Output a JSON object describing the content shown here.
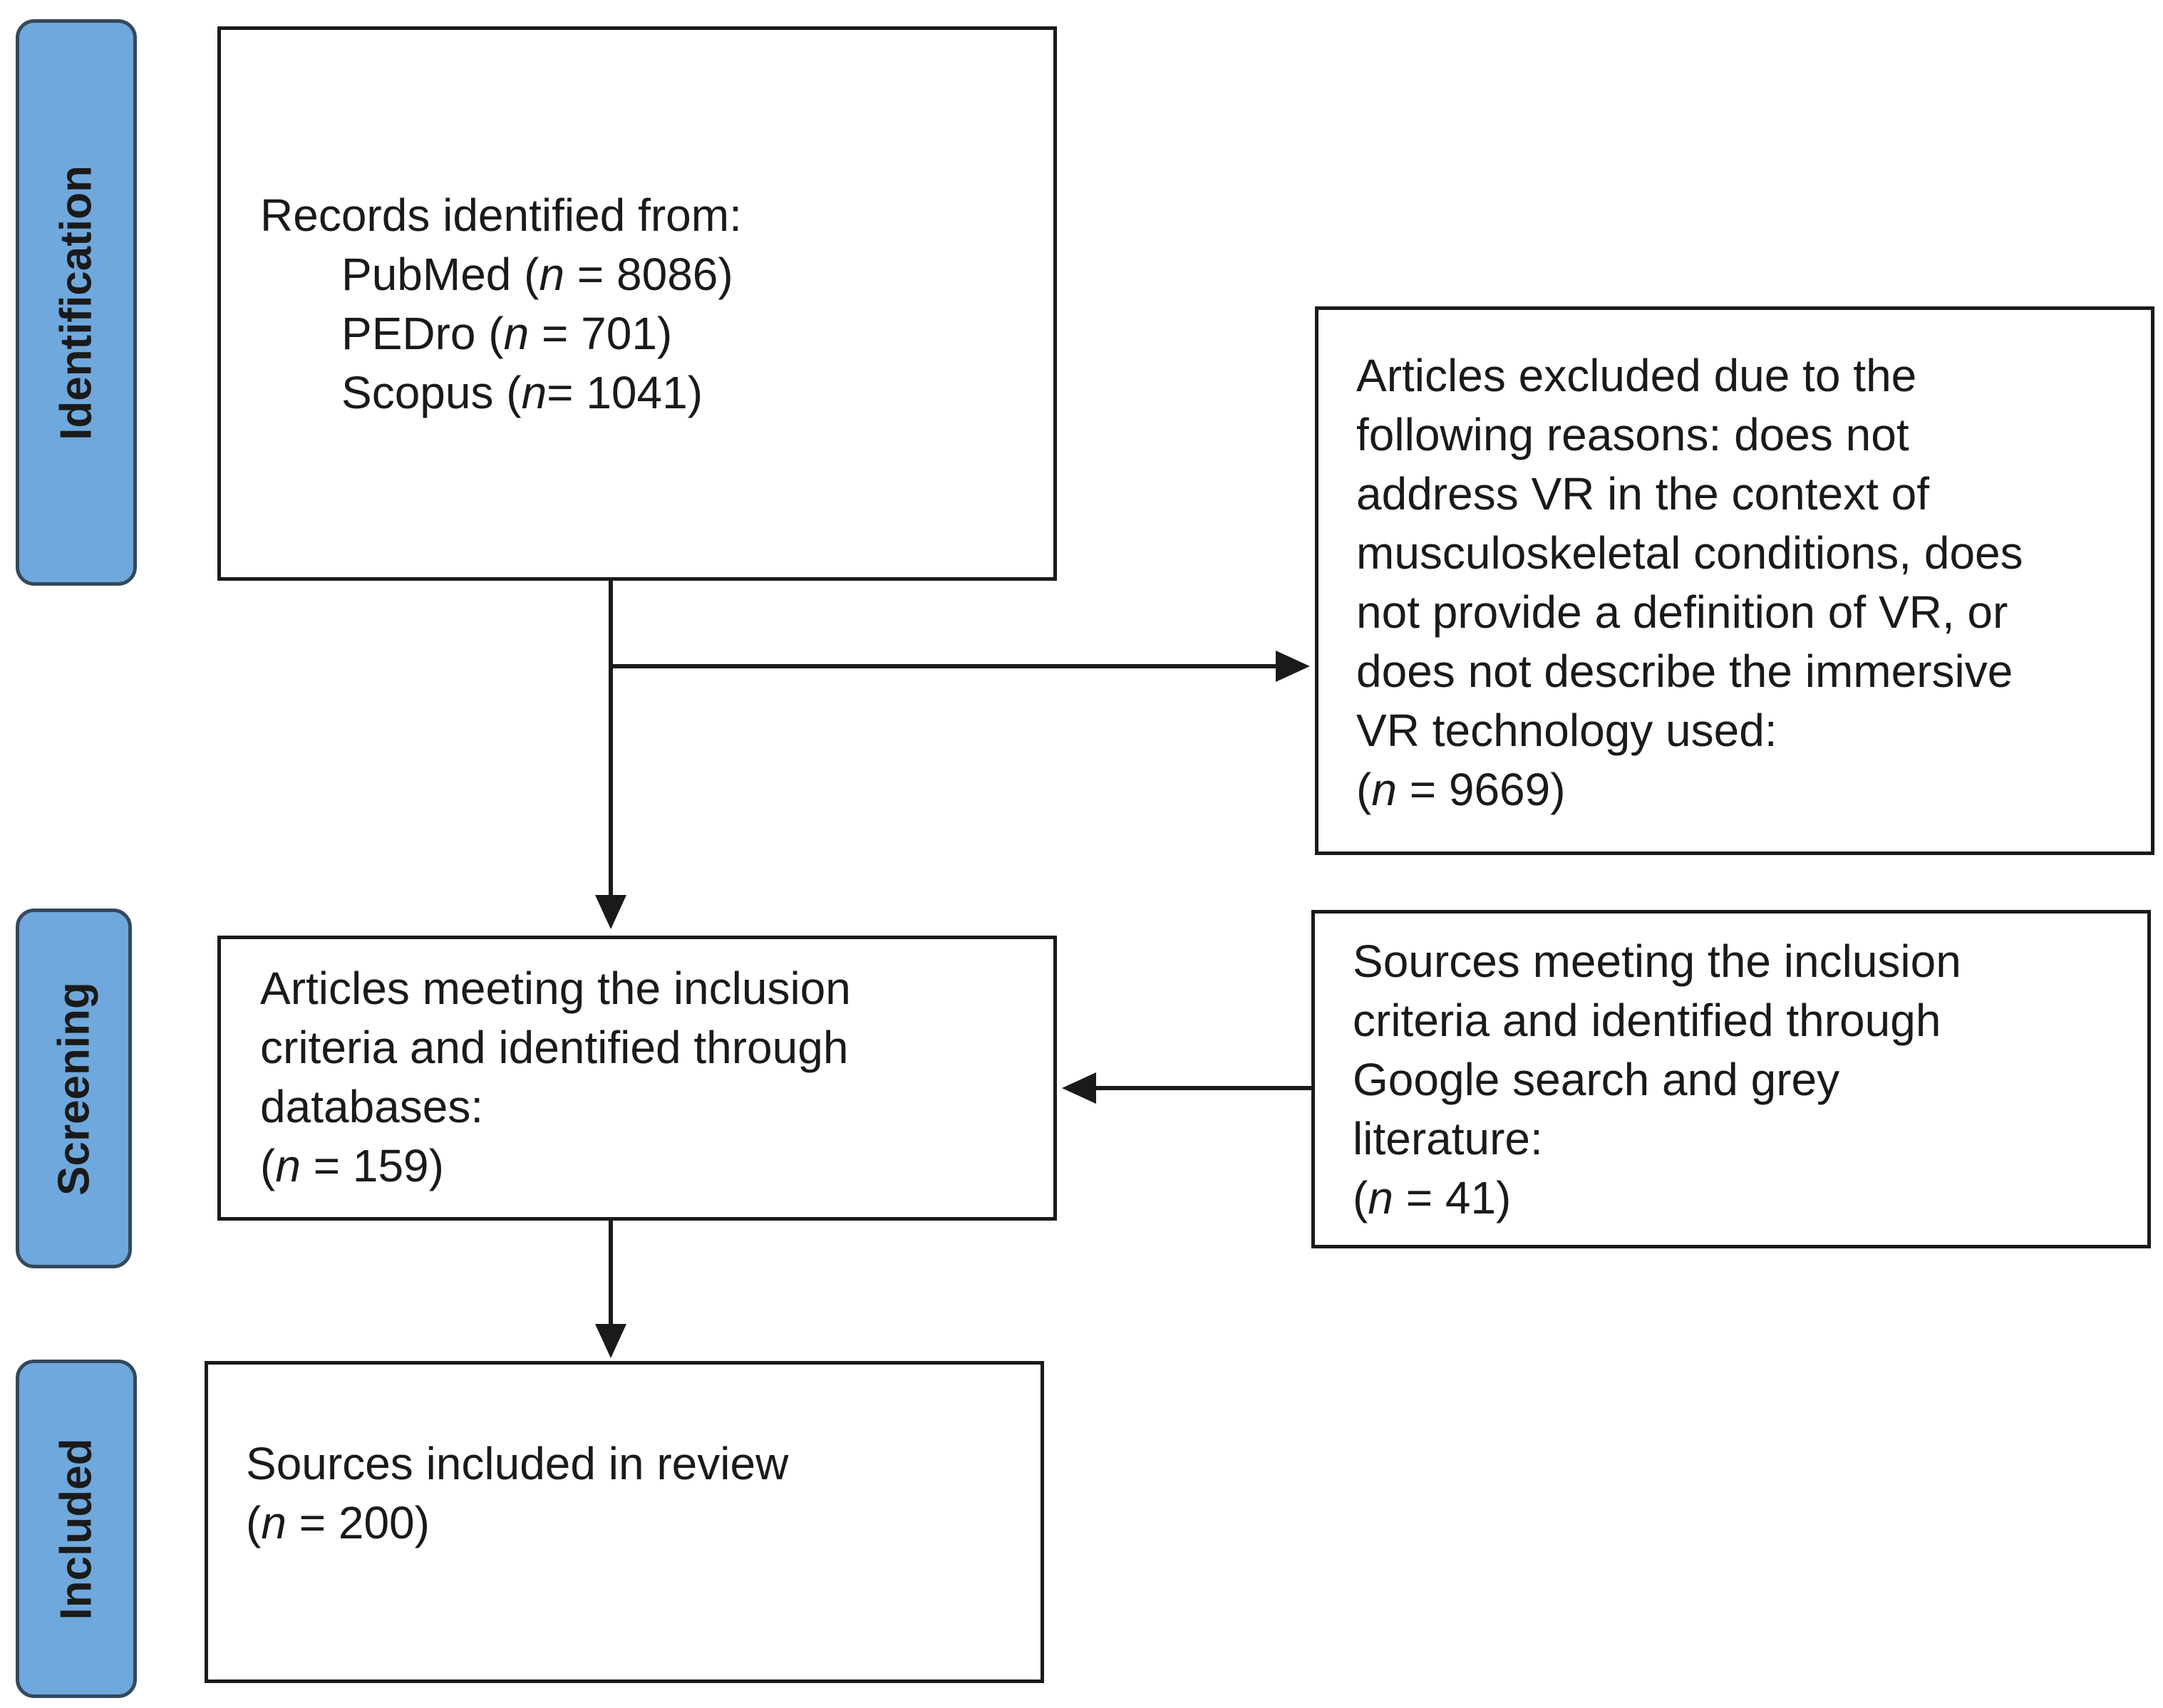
{
  "phases": {
    "identification": "Identification",
    "screening": "Screening",
    "included": "Included"
  },
  "records_box": {
    "heading": "Records identified from:",
    "sources": [
      {
        "name": "PubMed",
        "open": " (",
        "n_label": "n",
        "value": " = 8086)"
      },
      {
        "name": "PEDro",
        "open": " (",
        "n_label": "n",
        "value": " = 701)"
      },
      {
        "name": "Scopus",
        "open": " (",
        "n_label": "n",
        "value": "= 1041)"
      }
    ]
  },
  "excluded_box": {
    "lines": [
      "Articles excluded due to the",
      "following reasons: does not",
      "address VR in the context of",
      "musculoskeletal conditions, does",
      "not provide a definition of VR, or",
      "does not describe the immersive",
      "VR technology used:"
    ],
    "count_open": "(",
    "n_label": "n",
    "count_value": " = 9669)"
  },
  "screening_box": {
    "lines": [
      "Articles meeting the inclusion",
      "criteria and identified through",
      "databases:"
    ],
    "count_open": "(",
    "n_label": "n",
    "count_value": " = 159)"
  },
  "grey_box": {
    "lines": [
      "Sources meeting the inclusion",
      "criteria and identified through",
      "Google search and grey",
      "literature:"
    ],
    "count_open": "(",
    "n_label": "n",
    "count_value": " = 41)"
  },
  "included_box": {
    "lines": [
      "Sources included in review"
    ],
    "count_open": "(",
    "n_label": "n",
    "count_value": " = 200)"
  },
  "colors": {
    "phase_fill": "#6fa8dc",
    "phase_border": "#34495e",
    "box_border": "#1a1a1a",
    "arrow": "#1a1a1a"
  }
}
